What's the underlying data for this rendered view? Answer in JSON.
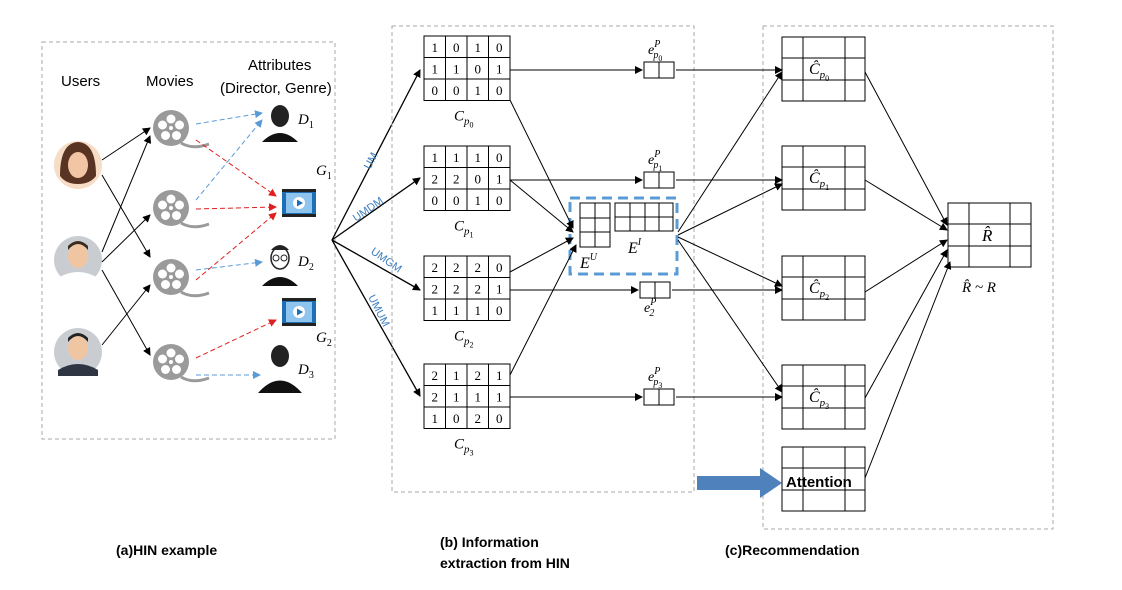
{
  "panel_a": {
    "users_label": "Users",
    "movies_label": "Movies",
    "attributes_label_1": "Attributes",
    "attributes_label_2": "(Director, Genre)",
    "d1_base": "D",
    "d1_sub": "1",
    "g1_base": "G",
    "g1_sub": "1",
    "d2_base": "D",
    "d2_sub": "2",
    "g2_base": "G",
    "g2_sub": "2",
    "d3_base": "D",
    "d3_sub": "3",
    "caption": "(a)HIN example"
  },
  "panel_b": {
    "paths": [
      "UM",
      "UMDM",
      "UMGM",
      "UMUM"
    ],
    "matrices": [
      {
        "rows": [
          [
            "1",
            "0",
            "1",
            "0"
          ],
          [
            "1",
            "1",
            "0",
            "1"
          ],
          [
            "0",
            "0",
            "1",
            "0"
          ]
        ],
        "label_base": "C",
        "label_sub": "p",
        "label_subsub": "0"
      },
      {
        "rows": [
          [
            "1",
            "1",
            "1",
            "0"
          ],
          [
            "2",
            "2",
            "0",
            "1"
          ],
          [
            "0",
            "0",
            "1",
            "0"
          ]
        ],
        "label_base": "C",
        "label_sub": "p",
        "label_subsub": "1"
      },
      {
        "rows": [
          [
            "2",
            "2",
            "2",
            "0"
          ],
          [
            "2",
            "2",
            "2",
            "1"
          ],
          [
            "1",
            "1",
            "1",
            "0"
          ]
        ],
        "label_base": "C",
        "label_sub": "p",
        "label_subsub": "2"
      },
      {
        "rows": [
          [
            "2",
            "1",
            "2",
            "1"
          ],
          [
            "2",
            "1",
            "1",
            "1"
          ],
          [
            "1",
            "0",
            "2",
            "0"
          ]
        ],
        "label_base": "C",
        "label_sub": "p",
        "label_subsub": "3"
      }
    ],
    "embeddings": [
      {
        "base": "e",
        "sup": "P",
        "sub": "p",
        "subsub": "0"
      },
      {
        "base": "e",
        "sup": "P",
        "sub": "p",
        "subsub": "1"
      },
      {
        "base": "e",
        "sup": "P",
        "sub": "2",
        "subsub": ""
      },
      {
        "base": "e",
        "sup": "P",
        "sub": "p",
        "subsub": "3"
      }
    ],
    "eu_base": "E",
    "eu_sup": "U",
    "ei_base": "E",
    "ei_sup": "I",
    "caption_1": "(b) Information",
    "caption_2": "extraction from HIN"
  },
  "panel_c": {
    "matrices": [
      {
        "base": "Ĉ",
        "sub": "p",
        "subsub": "0"
      },
      {
        "base": "Ĉ",
        "sub": "p",
        "subsub": "1"
      },
      {
        "base": "Ĉ",
        "sub": "p",
        "subsub": "2"
      },
      {
        "base": "Ĉ",
        "sub": "p",
        "subsub": "3"
      }
    ],
    "attention_label": "Attention",
    "rhat_label": "R̂",
    "rhat_approx": "R̂ ~ R",
    "caption": "(c)Recommendation"
  },
  "colors": {
    "blue_arrow": "#4f81bd",
    "red_dash": "#e02020",
    "blue_dash": "#5b9bd5",
    "path_text": "#3d7fbf",
    "gray_box": "#aaaaaa"
  }
}
